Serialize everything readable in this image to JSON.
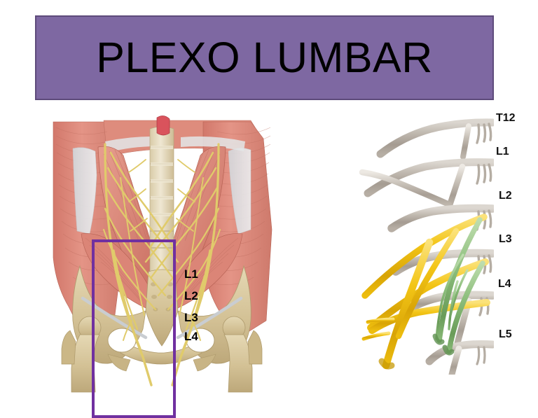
{
  "slide": {
    "title": "PLEXO LUMBAR",
    "background_color": "#FFFFFF"
  },
  "title_banner": {
    "text": "PLEXO LUMBAR",
    "fill_color": "#7E68A2",
    "border_color": "#5E4B7B",
    "text_color": "#000000"
  },
  "anatomy_figure": {
    "caption": "posterior-abdominal-wall-lumbar-plexus-dissection",
    "spine_labels": [
      {
        "id": "l1",
        "text": "L1"
      },
      {
        "id": "l2",
        "text": "L2"
      },
      {
        "id": "l3",
        "text": "L3"
      },
      {
        "id": "l4",
        "text": "L4"
      }
    ],
    "highlight": {
      "label": "psoas-region-highlight",
      "color": "#7030A0"
    },
    "colors": {
      "muscle": "#DE8C7D",
      "muscle_dark": "#C56E62",
      "bone": "#D8C79D",
      "bone_shadow": "#BCA87A",
      "nerve": "#E4D27A",
      "tendon": "#DCDEE0"
    }
  },
  "plexus_figure": {
    "caption": "lumbar-plexus-nerve-root-schematic",
    "root_labels": [
      {
        "id": "t12",
        "text": "T12"
      },
      {
        "id": "l1",
        "text": "L1"
      },
      {
        "id": "l2",
        "text": "L2"
      },
      {
        "id": "l3",
        "text": "L3"
      },
      {
        "id": "l4",
        "text": "L4"
      },
      {
        "id": "l5",
        "text": "L5"
      }
    ],
    "colors": {
      "root_grey": "#C2BBB2",
      "root_grey_dark": "#9C948B",
      "root_highlight": "#E6E2DC",
      "femoral_yellow": "#F2C313",
      "femoral_yellow_dark": "#D9A708",
      "obturator_green": "#8CBE7C",
      "obturator_green_dark": "#6FA45E"
    }
  }
}
